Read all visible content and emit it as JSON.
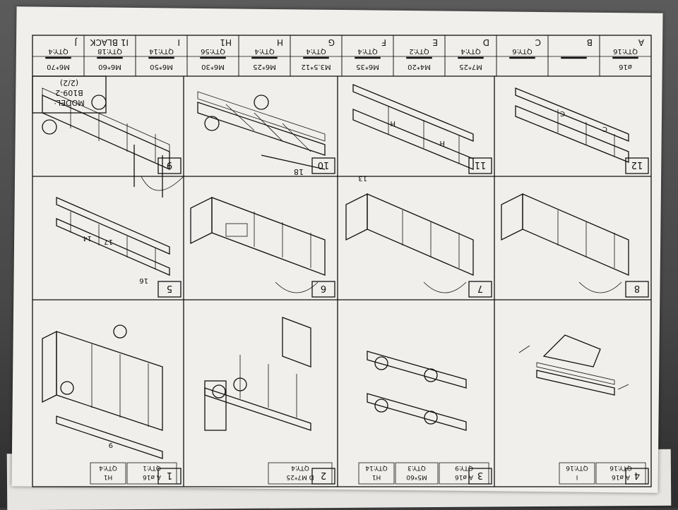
{
  "header": {
    "model_line1": "MODEL:",
    "model_line2": "B109-2",
    "model_line3": "(2/2)"
  },
  "parts": [
    {
      "letter": "A",
      "spec": "ø16",
      "qty": "QTY:16"
    },
    {
      "letter": "B",
      "spec": "",
      "qty": ""
    },
    {
      "letter": "C",
      "spec": "",
      "qty": "QTY:6"
    },
    {
      "letter": "D",
      "spec": "M7*25",
      "qty": "QTY:4"
    },
    {
      "letter": "E",
      "spec": "M4*20",
      "qty": "QTY:2"
    },
    {
      "letter": "F",
      "spec": "M6*35",
      "qty": "QTY:4"
    },
    {
      "letter": "G",
      "spec": "M3.5*12",
      "qty": "QTY:4"
    },
    {
      "letter": "H",
      "spec": "M6*25",
      "qty": "QTY:4"
    },
    {
      "letter": "H1",
      "spec": "M6*30",
      "qty": "QTY:56"
    },
    {
      "letter": "I",
      "spec": "M6*50",
      "qty": "QTY:14"
    },
    {
      "letter": "I1 BLACK",
      "spec": "M6*60",
      "qty": "QTY:18"
    },
    {
      "letter": "J",
      "spec": "M6*70",
      "qty": "QTY:4"
    }
  ],
  "steps": [
    {
      "number": "1"
    },
    {
      "number": "2"
    },
    {
      "number": "3"
    },
    {
      "number": "4"
    },
    {
      "number": "5"
    },
    {
      "number": "6"
    },
    {
      "number": "7"
    },
    {
      "number": "8"
    },
    {
      "number": "9"
    },
    {
      "number": "10"
    },
    {
      "number": "11"
    },
    {
      "number": "12"
    }
  ],
  "step_hardware": {
    "s1": {
      "letter": "A",
      "spec": "ø16",
      "qty": "QTY:1",
      "qty2": "QTY:4",
      "sub": "H1"
    },
    "s2": {
      "letter": "D",
      "spec": "M7*25",
      "qty": "QTY:4"
    },
    "s3": {
      "letter": "A",
      "spec": "ø16",
      "qty": "QTY:9",
      "qty2": "QTY:3",
      "spec2": "M5*60",
      "qty3": "QTY:14",
      "sub": "H1"
    },
    "s4": {
      "letter": "A",
      "spec": "ø16",
      "qty": "QTY:16",
      "qty2": "QTY:16",
      "sub": "I"
    }
  },
  "labels": {
    "part_9": "9",
    "part_18": "18",
    "part_16": "16",
    "part_17": "17",
    "part_13": "13",
    "part_14": "14"
  },
  "colors": {
    "paper": "#f0efec",
    "ink": "#111111",
    "background": "#474747"
  }
}
